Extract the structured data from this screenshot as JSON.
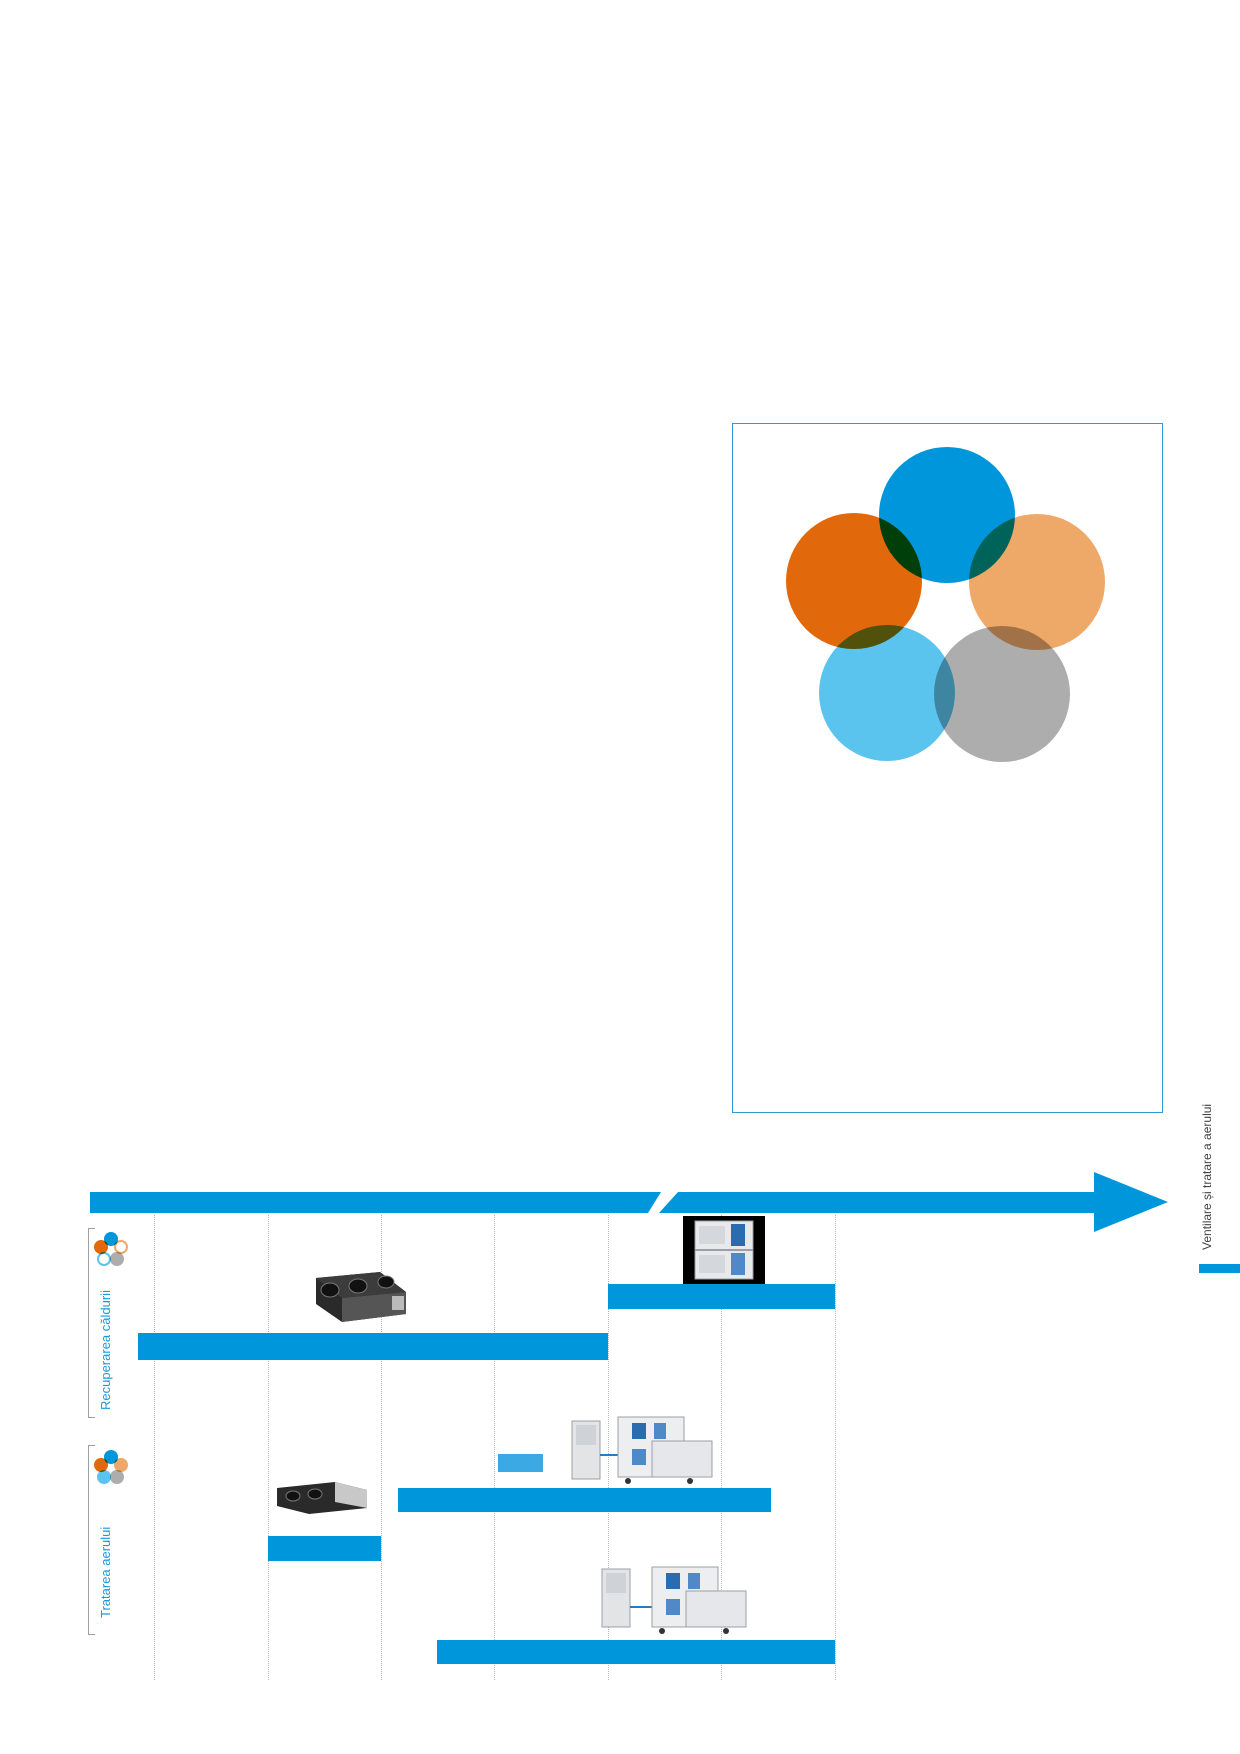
{
  "side_tab": {
    "label": "Ventilare și tratare a aerului"
  },
  "sections": {
    "heat_recovery": {
      "label": "Recuperarea căldurii"
    },
    "air_treatment": {
      "label": "Tratarea aerului"
    }
  },
  "venn_colors": {
    "blue": "#0096dc",
    "orange": "#e2690b",
    "light_orange": "#eea868",
    "light_blue": "#5bc4ee",
    "grey": "#adadae"
  },
  "icons": {
    "heat_recovery_logo": "five-circles-logo-icon",
    "air_treatment_logo": "five-circles-logo-icon"
  }
}
